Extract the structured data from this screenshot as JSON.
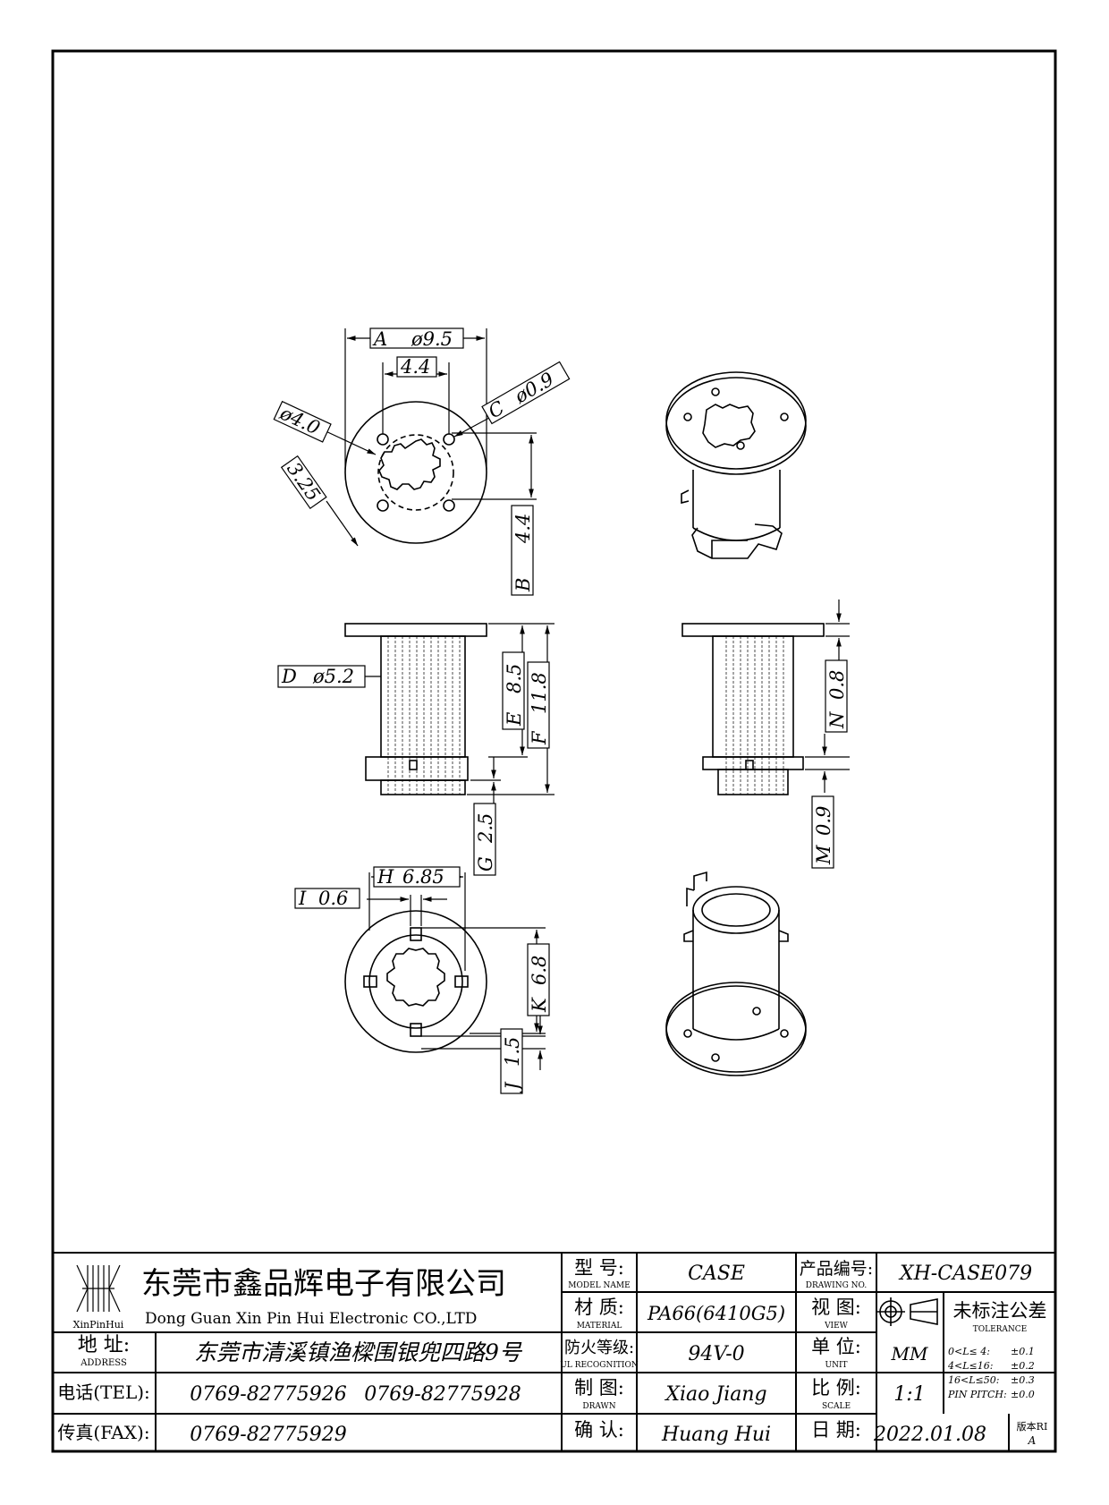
{
  "dimensions": {
    "A": {
      "letter": "A",
      "value": "ø9.5"
    },
    "hole_spacing": "4.4",
    "C": {
      "letter": "C",
      "value": "ø0.9"
    },
    "hole_circle": "ø4.0",
    "offset": "3.25",
    "B": {
      "letter": "B",
      "value": "4.4"
    },
    "D": {
      "letter": "D",
      "value": "ø5.2"
    },
    "E": {
      "letter": "E",
      "value": "8.5"
    },
    "F": {
      "letter": "F",
      "value": "11.8"
    },
    "G": {
      "letter": "G",
      "value": "2.5"
    },
    "N": {
      "letter": "N",
      "value": "0.8"
    },
    "M": {
      "letter": "M",
      "value": "0.9"
    },
    "H": {
      "letter": "H",
      "value": "6.85"
    },
    "I": {
      "letter": "I",
      "value": "0.6"
    },
    "K": {
      "letter": "K",
      "value": "6.8"
    },
    "J": {
      "letter": "J",
      "value": "1.5"
    }
  },
  "title_block": {
    "company_cn": "东莞市鑫品辉电子有限公司",
    "company_en": "Dong Guan Xin Pin Hui Electronic CO.,LTD",
    "logo_text": "XinPinHui",
    "address_label_cn": "地 址:",
    "address_label_en": "ADDRESS",
    "address": "东莞市清溪镇渔樑围银兜四路9号",
    "tel_label": "电话(TEL):",
    "tel1": "0769-82775926",
    "tel2": "0769-82775928",
    "fax_label": "传真(FAX):",
    "fax": "0769-82775929",
    "model_label_cn": "型 号:",
    "model_label_en": "MODEL NAME",
    "model": "CASE",
    "material_label_cn": "材 质:",
    "material_label_en": "MATERIAL",
    "material": "PA66(6410G5)",
    "ul_label_cn": "防火等级:",
    "ul_label_en": "UL RECOGNITION",
    "ul": "94V-0",
    "drawn_label_cn": "制 图:",
    "drawn_label_en": "DRAWN",
    "drawn": "Xiao Jiang",
    "confirm_label_cn": "确 认:",
    "confirm": "Huang Hui",
    "drawing_no_label_cn": "产品编号:",
    "drawing_no_label_en": "DRAWING NO.",
    "drawing_no": "XH-CASE079",
    "view_label_cn": "视 图:",
    "view_label_en": "VIEW",
    "unit_label_cn": "单 位:",
    "unit_label_en": "UNIT",
    "unit": "MM",
    "scale_label_cn": "比 例:",
    "scale_label_en": "SCALE",
    "scale": "1:1",
    "date_label_cn": "日 期:",
    "date": "2022.01.08",
    "tolerance_title_cn": "未标注公差",
    "tolerance_title_en": "TOLERANCE",
    "tol_rows": [
      {
        "range": "0<L≤ 4:",
        "value": "±0.1"
      },
      {
        "range": "4<L≤16:",
        "value": "±0.2"
      },
      {
        "range": "16<L≤50:",
        "value": "±0.3"
      },
      {
        "range": "PIN PITCH:",
        "value": "±0.0"
      }
    ],
    "version_label": "版本RI",
    "version": "A"
  }
}
